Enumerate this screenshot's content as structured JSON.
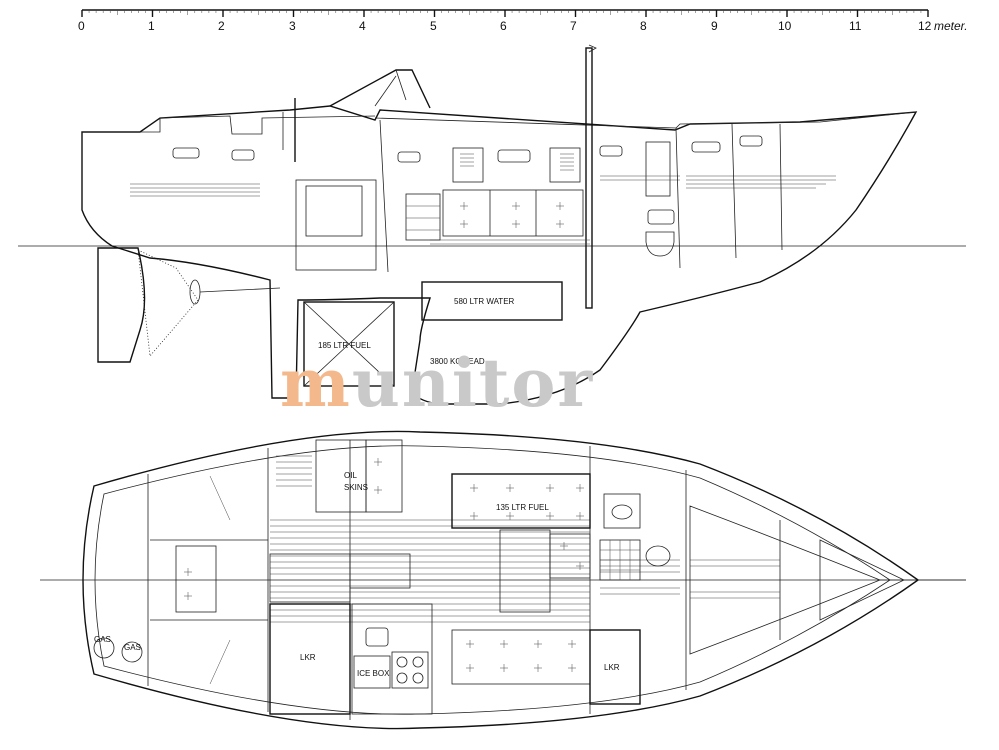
{
  "scale": {
    "ticks": [
      "0",
      "1",
      "2",
      "3",
      "4",
      "5",
      "6",
      "7",
      "8",
      "9",
      "10",
      "11",
      "12"
    ],
    "unit": "meter."
  },
  "profile_labels": {
    "water": "580 LTR WATER",
    "fuel": "185 LTR FUEL",
    "lead": "3800 KG LEAD"
  },
  "plan_labels": {
    "oilskins_1": "OIL",
    "oilskins_2": "SKINS",
    "fuel": "135 LTR FUEL",
    "lkr_left": "LKR",
    "lkr_right": "LKR",
    "icebox": "ICE BOX",
    "gas1": "GAS",
    "gas2": "GAS"
  },
  "watermark": {
    "first": "m",
    "rest": "unitor"
  },
  "colors": {
    "line": "#111111",
    "watermark_gray": "#c9c9c9",
    "watermark_orange": "#f3b98c"
  }
}
